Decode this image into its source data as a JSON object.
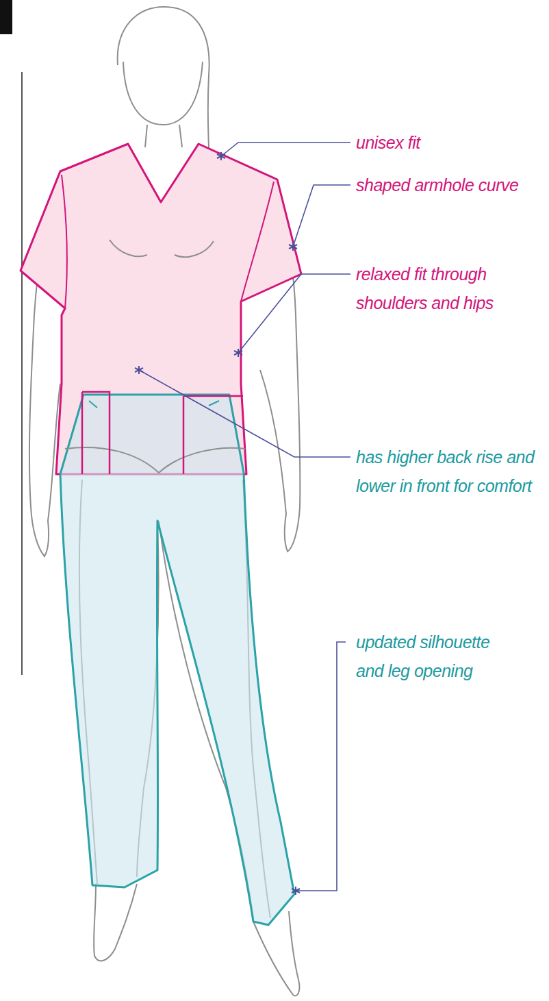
{
  "diagram": {
    "labels": [
      "unisex fit",
      "shaped armhole curve",
      "relaxed fit through shoulders and hips",
      "has higher back rise and lower in front for comfort",
      "updated silhouette and leg opening"
    ]
  }
}
